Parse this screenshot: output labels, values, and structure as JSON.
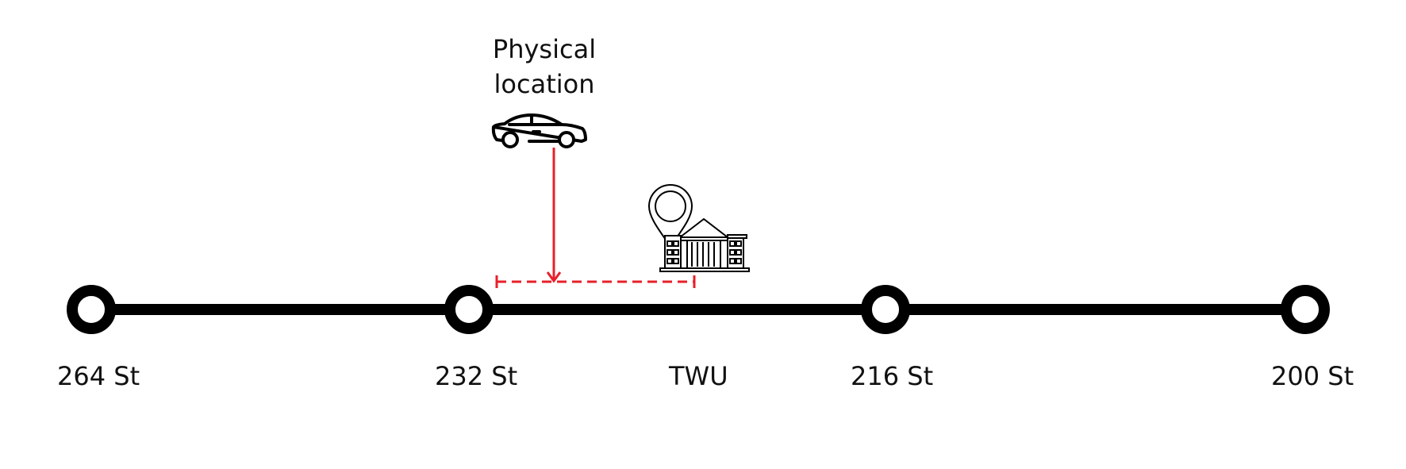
{
  "annotation": {
    "line1": "Physical",
    "line2": "location"
  },
  "stations": [
    {
      "name": "264 St"
    },
    {
      "name": "232 St"
    },
    {
      "name": "216 St"
    },
    {
      "name": "200 St"
    }
  ],
  "landmark": {
    "name": "TWU"
  },
  "colors": {
    "line": "#000000",
    "highlight": "#e8202a",
    "background": "#ffffff"
  },
  "icons": [
    "car-icon",
    "location-pin-icon",
    "building-icon"
  ]
}
